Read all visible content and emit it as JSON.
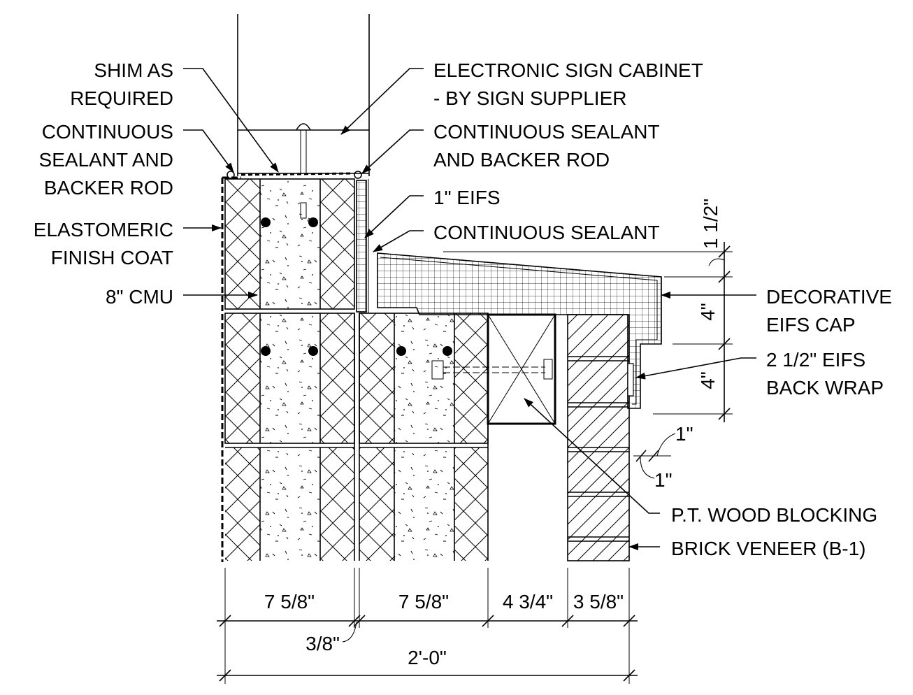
{
  "labels": {
    "shim": [
      "SHIM AS",
      "REQUIRED"
    ],
    "sealant_left": [
      "CONTINUOUS",
      "SEALANT AND",
      "BACKER ROD"
    ],
    "elastomeric": [
      "ELASTOMERIC",
      "FINISH COAT"
    ],
    "cmu": [
      "8\" CMU"
    ],
    "sign_cabinet": [
      "ELECTRONIC SIGN CABINET",
      "- BY SIGN SUPPLIER"
    ],
    "sealant_right": [
      "CONTINUOUS SEALANT",
      "AND BACKER ROD"
    ],
    "eifs_1in": [
      "1\" EIFS"
    ],
    "cont_sealant": [
      "CONTINUOUS SEALANT"
    ],
    "eifs_cap": [
      "DECORATIVE",
      "EIFS CAP"
    ],
    "back_wrap": [
      "2 1/2\" EIFS",
      "BACK WRAP"
    ],
    "wood_blocking": [
      "P.T. WOOD BLOCKING"
    ],
    "brick": [
      "BRICK VENEER (B-1)"
    ]
  },
  "dimensions": {
    "d1": "7 5/8\"",
    "d2": "7 5/8\"",
    "d3": "4 3/4\"",
    "d4": "3 5/8\"",
    "gap": "3/8\"",
    "total": "2'-0\"",
    "rise": "1 1/2\"",
    "cap_h": "4\"",
    "wrap_h": "4\"",
    "off_a": "1\"",
    "off_b": "1\""
  }
}
